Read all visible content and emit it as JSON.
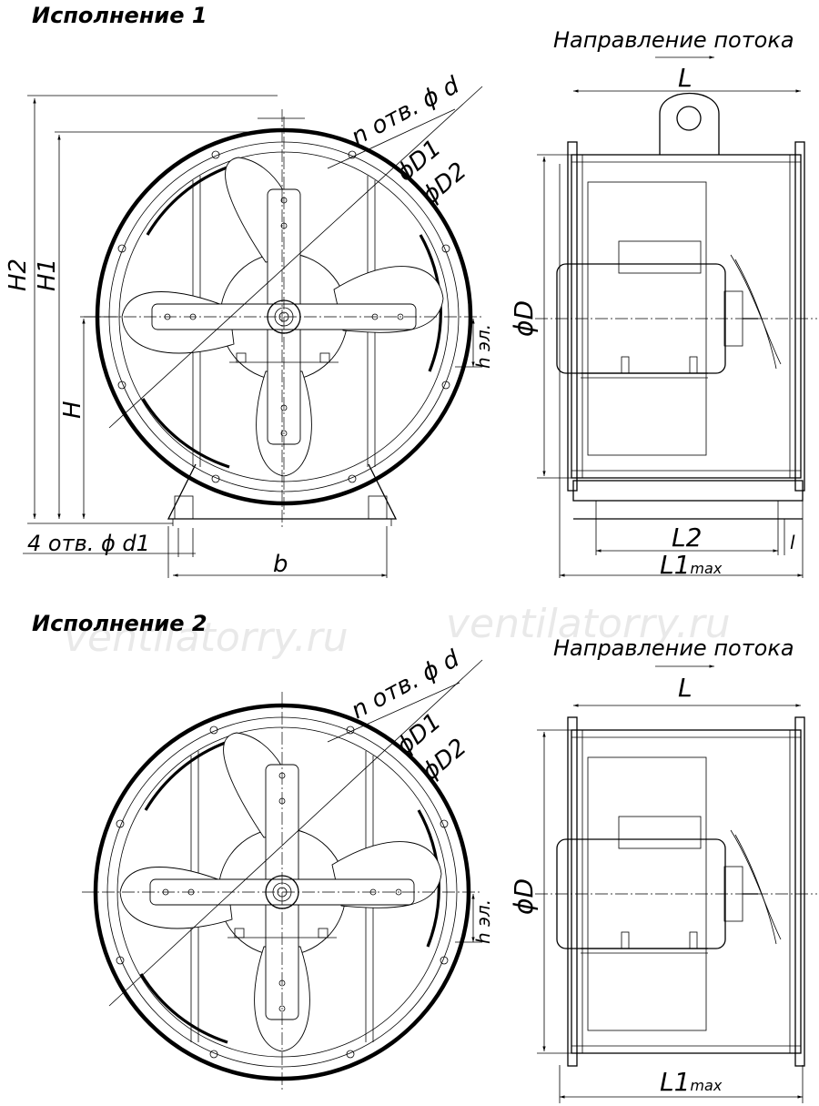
{
  "variant1": {
    "title": "Исполнение 1",
    "flow_direction": "Направление потока",
    "labels": {
      "n_holes": "n отв. ϕ d",
      "D1": "ϕD1",
      "D2": "ϕD2",
      "H2": "H2",
      "H1": "H1",
      "H": "H",
      "h_el": "h эл.",
      "holes_4": "4 отв. ϕ d1",
      "b": "b",
      "L": "L",
      "D": "ϕD",
      "L2": "L2",
      "l": "l",
      "L1": "L1",
      "L1_sub": "max"
    }
  },
  "variant2": {
    "title": "Исполнение 2",
    "flow_direction": "Направление потока",
    "labels": {
      "n_holes": "n отв. ϕ d",
      "D1": "ϕD1",
      "D2": "ϕD2",
      "h_el": "h эл.",
      "L": "L",
      "D": "ϕD",
      "L1": "L1",
      "L1_sub": "max"
    }
  },
  "watermark": [
    "ventilatorry.ru",
    "ventilatorry.ru"
  ]
}
